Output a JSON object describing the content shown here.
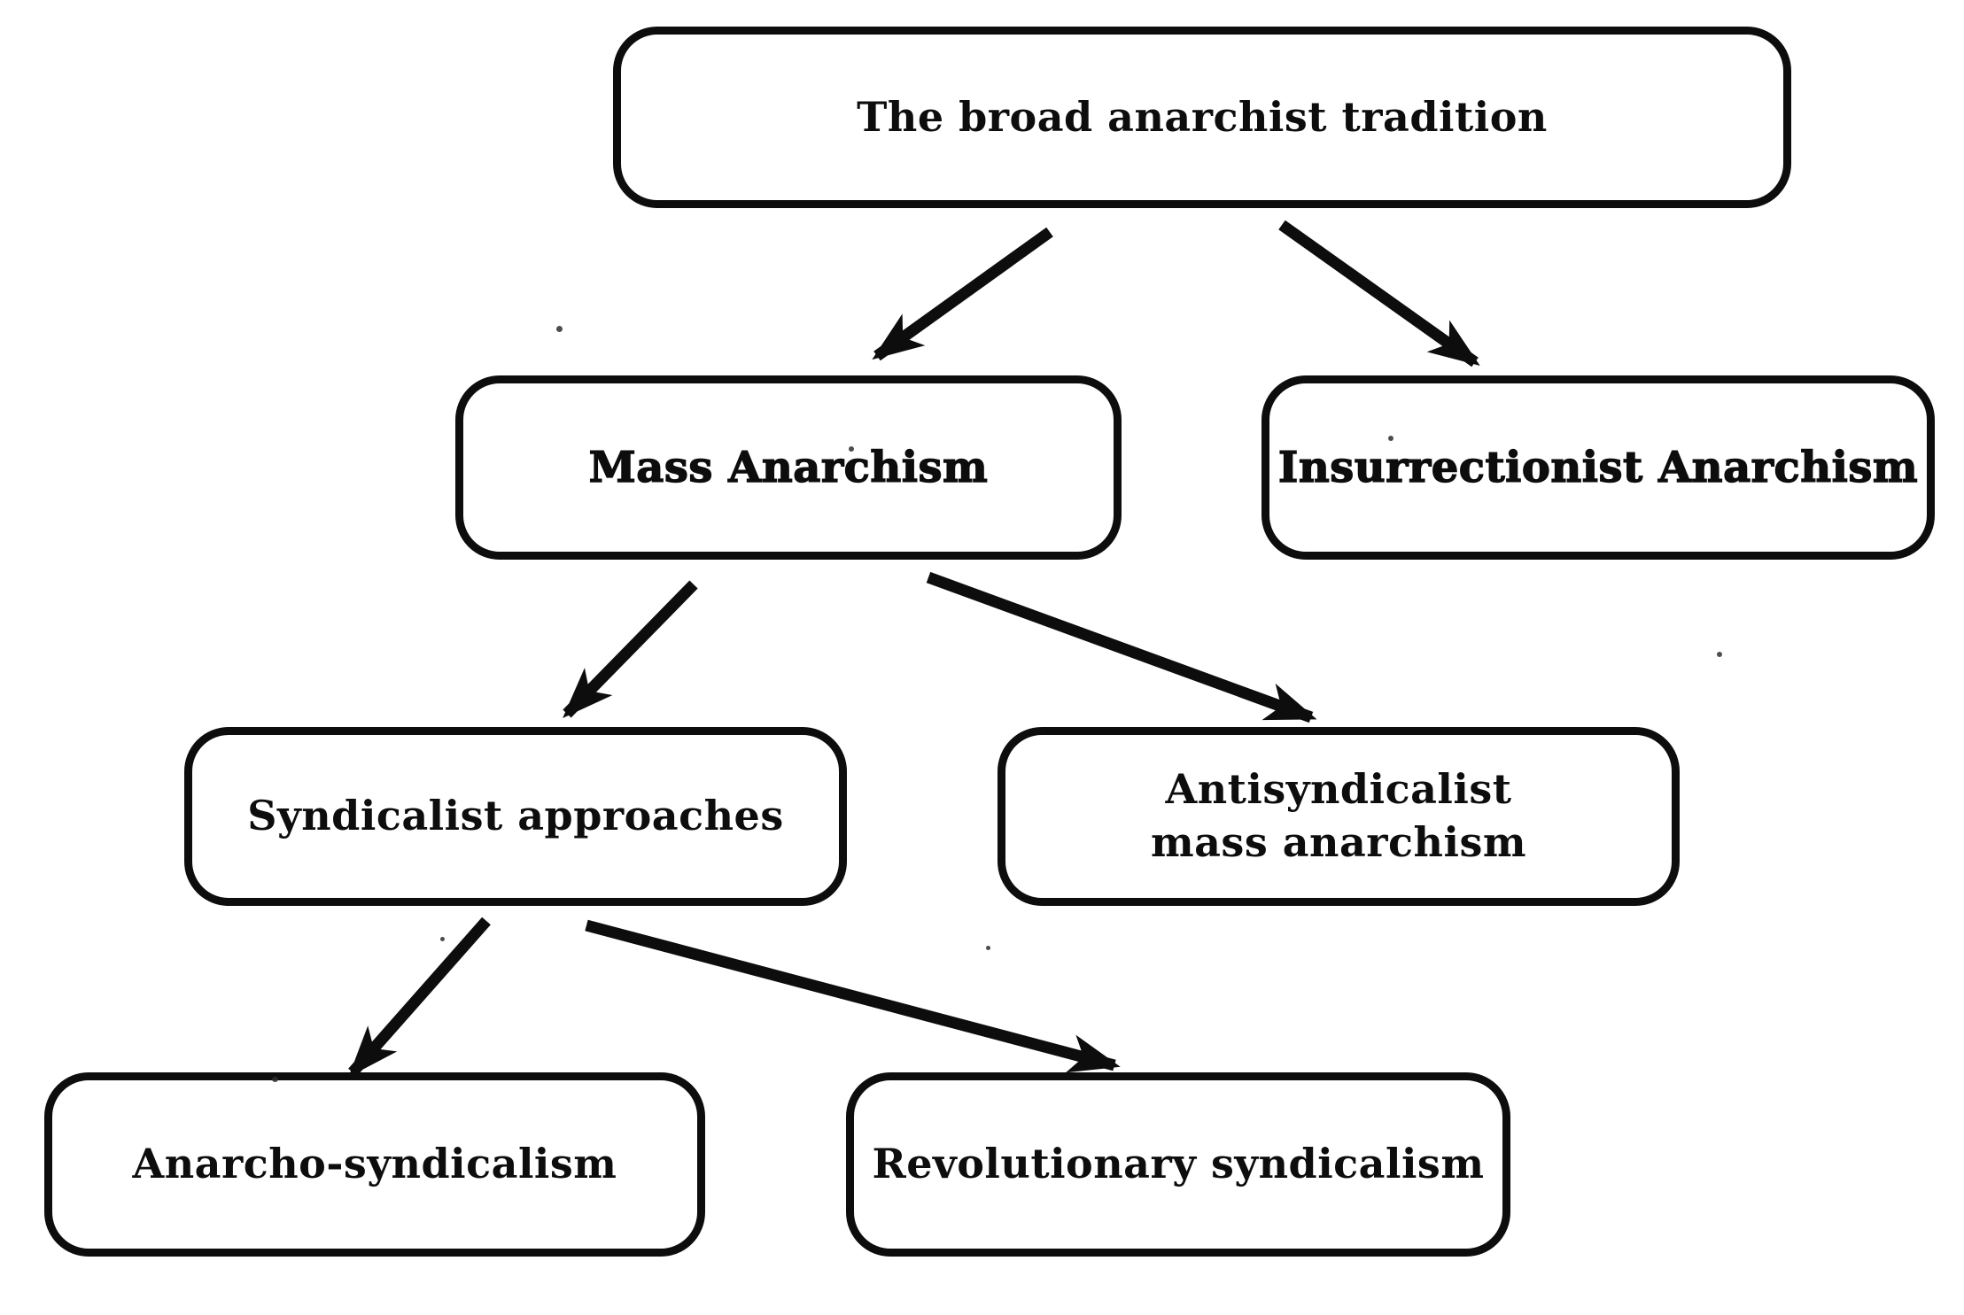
{
  "diagram": {
    "type": "flowchart",
    "nodes": {
      "root": {
        "label": "The broad anarchist tradition"
      },
      "mass": {
        "label": "Mass Anarchism"
      },
      "insurrectionist": {
        "label": "Insurrectionist Anarchism"
      },
      "syndicalist": {
        "label": "Syndicalist approaches"
      },
      "antisyndicalist": {
        "label": "Antisyndicalist\nmass anarchism"
      },
      "anarcho": {
        "label": "Anarcho-syndicalism"
      },
      "revolutionary": {
        "label": "Revolutionary syndicalism"
      }
    },
    "edges": [
      {
        "from": "The broad anarchist tradition",
        "to": "Mass Anarchism"
      },
      {
        "from": "The broad anarchist tradition",
        "to": "Insurrectionist Anarchism"
      },
      {
        "from": "Mass Anarchism",
        "to": "Syndicalist approaches"
      },
      {
        "from": "Mass Anarchism",
        "to": "Antisyndicalist mass anarchism"
      },
      {
        "from": "Syndicalist approaches",
        "to": "Anarcho-syndicalism"
      },
      {
        "from": "Syndicalist approaches",
        "to": "Revolutionary syndicalism"
      }
    ],
    "colors": {
      "ink": "#0d0d0d",
      "background": "#ffffff"
    }
  }
}
